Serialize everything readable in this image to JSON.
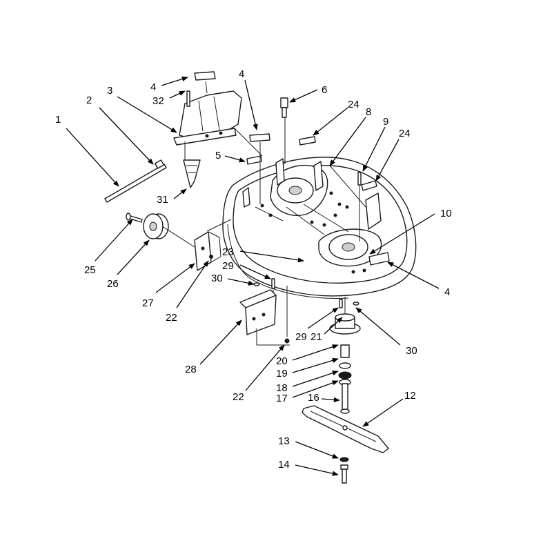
{
  "callouts": [
    {
      "label": "1"
    },
    {
      "label": "2"
    },
    {
      "label": "3"
    },
    {
      "label": "4"
    },
    {
      "label": "32"
    },
    {
      "label": "4"
    },
    {
      "label": "6"
    },
    {
      "label": "24"
    },
    {
      "label": "8"
    },
    {
      "label": "9"
    },
    {
      "label": "24"
    },
    {
      "label": "5"
    },
    {
      "label": "31"
    },
    {
      "label": "10"
    },
    {
      "label": "25"
    },
    {
      "label": "26"
    },
    {
      "label": "23"
    },
    {
      "label": "29"
    },
    {
      "label": "30"
    },
    {
      "label": "4"
    },
    {
      "label": "27"
    },
    {
      "label": "22"
    },
    {
      "label": "29"
    },
    {
      "label": "21"
    },
    {
      "label": "30"
    },
    {
      "label": "28"
    },
    {
      "label": "20"
    },
    {
      "label": "19"
    },
    {
      "label": "18"
    },
    {
      "label": "22"
    },
    {
      "label": "17"
    },
    {
      "label": "16"
    },
    {
      "label": "12"
    },
    {
      "label": "13"
    },
    {
      "label": "14"
    }
  ]
}
